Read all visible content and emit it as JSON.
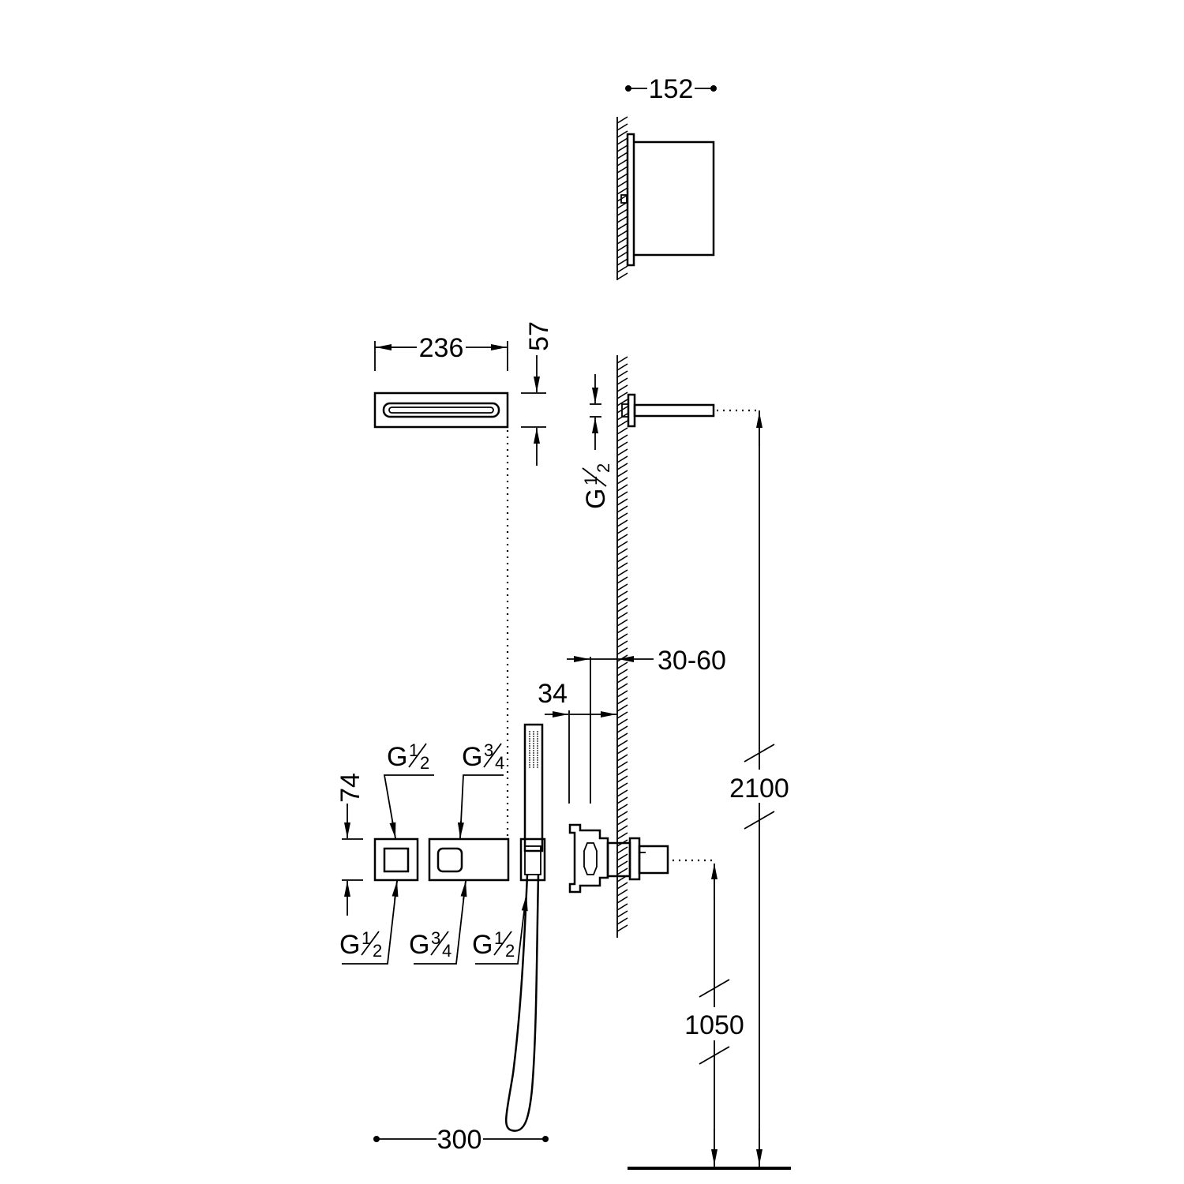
{
  "dimensions": {
    "head_depth": "152",
    "head_width": "236",
    "head_height": "57",
    "shower_head_height": "2100",
    "recess_depth": "30-60",
    "plate_projection": "34",
    "valve_height": "74",
    "valve_center_height": "1050",
    "valve_assembly_width": "300"
  },
  "connections": {
    "spout_thread": {
      "letter": "G",
      "num": "1",
      "den": "2"
    },
    "upper_left": {
      "letter": "G",
      "num": "1",
      "den": "2"
    },
    "upper_right": {
      "letter": "G",
      "num": "3",
      "den": "4"
    },
    "lower_left": {
      "letter": "G",
      "num": "1",
      "den": "2"
    },
    "lower_middle": {
      "letter": "G",
      "num": "3",
      "den": "4"
    },
    "lower_right": {
      "letter": "G",
      "num": "1",
      "den": "2"
    }
  }
}
